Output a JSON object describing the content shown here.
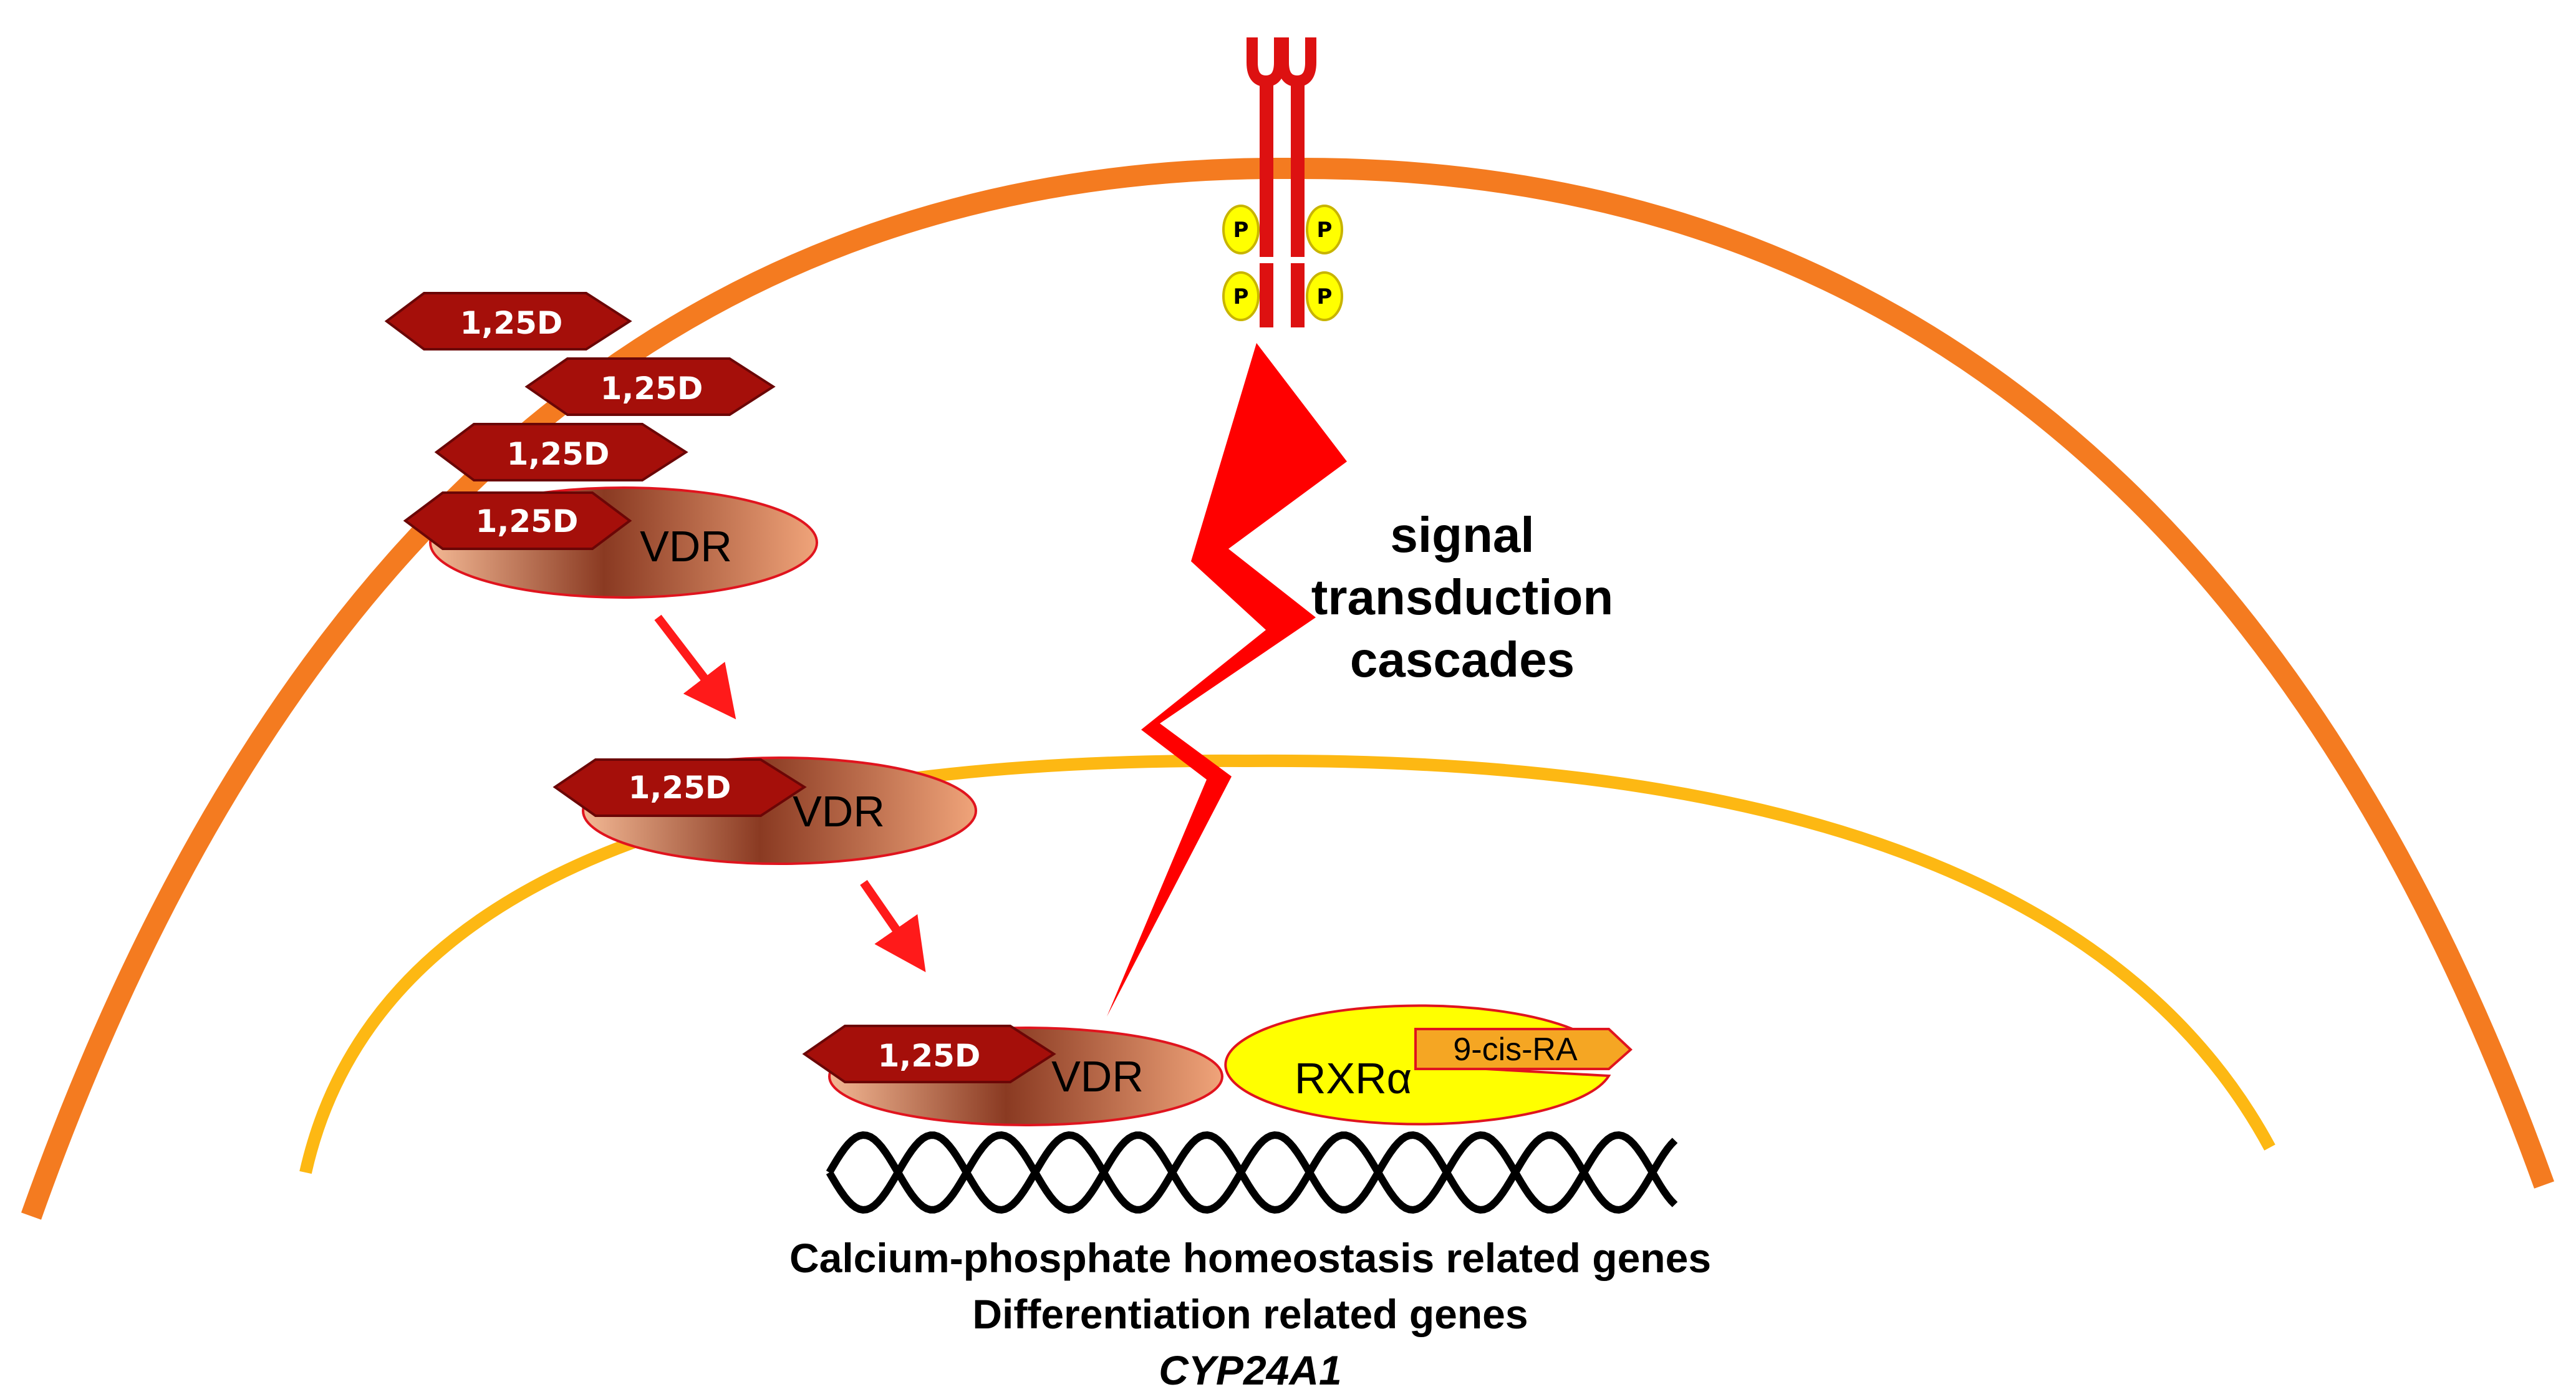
{
  "labels": {
    "ligand": "1,25D",
    "receptor": "VDR",
    "partner": "RXRα",
    "partner_ligand": "9-cis-RA",
    "phospho": "P"
  },
  "signal": {
    "line1": "signal",
    "line2": "transduction",
    "line3": "cascades"
  },
  "genes": {
    "line1": "Calcium-phosphate  homeostasis  related genes",
    "line2": "Differentiation related genes",
    "line3": "CYP24A1"
  },
  "colors": {
    "cell_membrane": "#f47b20",
    "nuclear_membrane": "#fdb813",
    "ligand_fill": "#a50f0a",
    "receptor_fill": "#e8a07a",
    "receptor_stroke": "#e0141e",
    "rxr_fill": "#ffff00",
    "ra_fill": "#f5a623",
    "lightning": "#ff0000",
    "arrow": "#ff1a1a",
    "dna": "#000000"
  }
}
